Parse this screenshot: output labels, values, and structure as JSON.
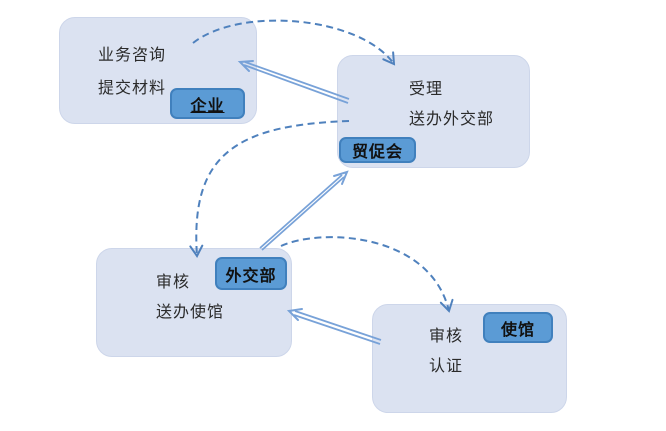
{
  "diagram": {
    "title": "certificate-legalization-process-flow",
    "boxes": [
      {
        "id": "enterprise",
        "lines": [
          "业务咨询",
          "提交材料"
        ],
        "tag": "企业"
      },
      {
        "id": "ccpit",
        "lines": [
          "受理",
          "送办外交部"
        ],
        "tag": "贸促会"
      },
      {
        "id": "mfa",
        "lines": [
          "审核",
          "送办使馆"
        ],
        "tag": "外交部"
      },
      {
        "id": "embassy",
        "lines": [
          "审核",
          "认证"
        ],
        "tag": "使馆"
      }
    ],
    "connections": [
      {
        "from": "企业",
        "to": "贸促会",
        "style": "dashed-curve"
      },
      {
        "from": "贸促会",
        "to": "企业",
        "style": "double-line-arrow"
      },
      {
        "from": "贸促会",
        "to": "外交部",
        "style": "dashed-curve"
      },
      {
        "from": "外交部",
        "to": "贸促会",
        "style": "double-line-arrow"
      },
      {
        "from": "外交部",
        "to": "使馆",
        "style": "dashed-curve"
      },
      {
        "from": "使馆",
        "to": "外交部",
        "style": "double-line-arrow"
      }
    ],
    "colors": {
      "box_fill": "#dbe2f1",
      "tag_fill": "#5b9bd5",
      "tag_border": "#4080bd",
      "dashed_arrow": "#4f81bd",
      "double_arrow": "#78a2d8",
      "text": "#2b2b2b"
    }
  }
}
